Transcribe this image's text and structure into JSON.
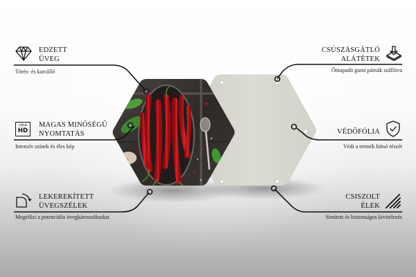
{
  "features": {
    "left": [
      {
        "title_line1": "EDZETT",
        "title_line2": "ÜVEG",
        "desc": "Törés- és karcálló",
        "icon": "diamond-icon"
      },
      {
        "title_line1": "MAGAS MINŐSÉGŰ",
        "title_line2": "NYOMTATÁS",
        "desc": "Intenzív színek és éles kép",
        "icon": "ultra-hd-icon",
        "icon_text_top": "ultra",
        "icon_text_bottom": "HD"
      },
      {
        "title_line1": "LEKEREKÍTETT",
        "title_line2": "ÜVEGSZÉLEK",
        "desc": "Megelőzi a potenciális üvegkárosodásokat",
        "icon": "rounded-corner-icon"
      }
    ],
    "right": [
      {
        "title_line1": "CSÚSZÁSGÁTLÓ",
        "title_line2": "ALÁTÉTEK",
        "desc": "Öntapadó gumi párnák szállítva",
        "icon": "anti-slip-pad-icon"
      },
      {
        "title_line1": "VÉDŐFÓLIA",
        "title_line2": "",
        "desc": "Védi a termék hátsó részét",
        "icon": "shield-check-icon"
      },
      {
        "title_line1": "CSISZOLT",
        "title_line2": "ÉLEK",
        "desc": "Simított és biztonságos kivitelezés",
        "icon": "polished-edge-icon"
      }
    ]
  },
  "product": {
    "front_image": "hexagon glass coaster with red chili peppers print",
    "back_color": "#d8d8cf"
  },
  "colors": {
    "line": "#111111",
    "back_panel": "#d6d6cd",
    "photo_dark": "#3a3533",
    "chili_red": "#c8141a"
  }
}
